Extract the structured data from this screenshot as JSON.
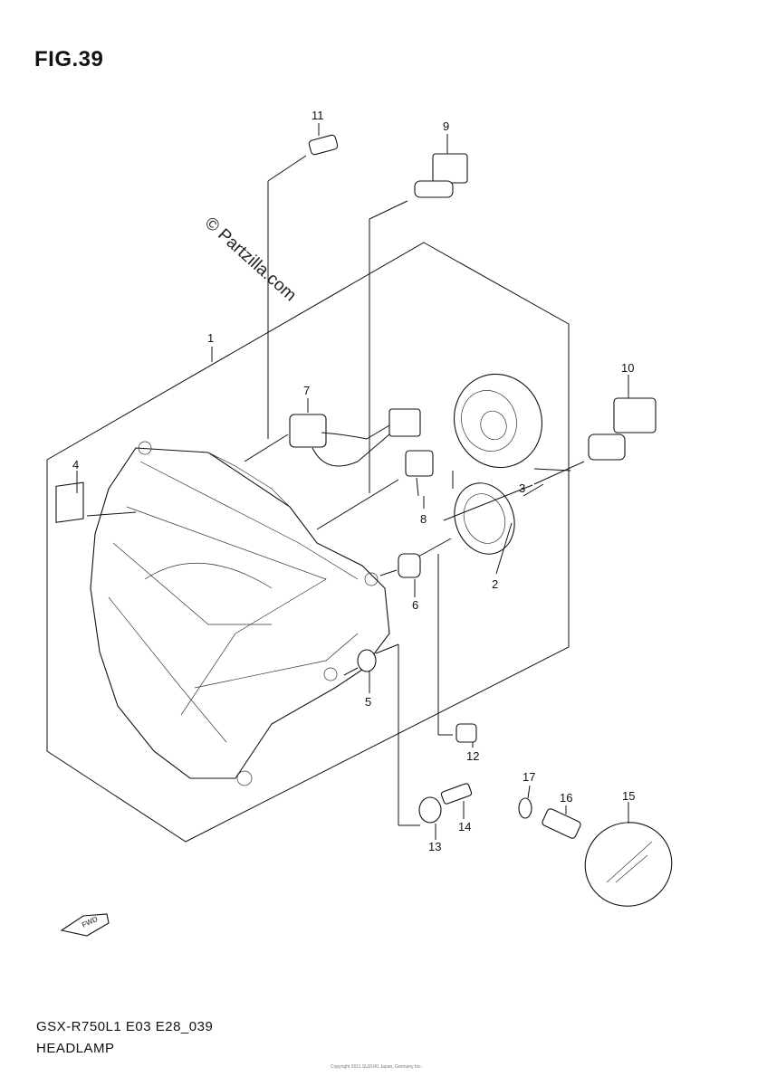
{
  "figure": {
    "title": "FIG.39",
    "watermark": "© Partzilla.com",
    "model_code": "GSX-R750L1 E03 E28_039",
    "section_name": "HEADLAMP",
    "footer_text": "Copyright 2011 SUZUKI Japan, Germany Inc."
  },
  "callouts": [
    "1",
    "2",
    "3",
    "4",
    "5",
    "6",
    "7",
    "8",
    "9",
    "10",
    "11",
    "12",
    "13",
    "14",
    "15",
    "16",
    "17"
  ],
  "direction_marker": "FWD"
}
